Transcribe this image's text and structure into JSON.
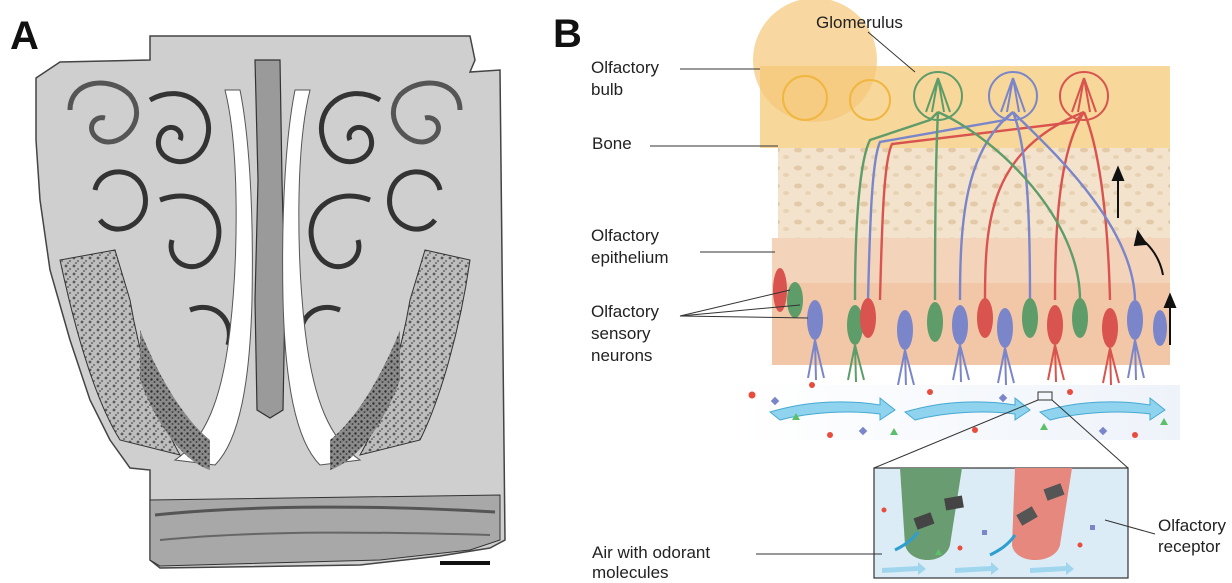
{
  "panels": {
    "a": {
      "letter": "A"
    },
    "b": {
      "letter": "B"
    }
  },
  "labels": {
    "glomerulus": "Glomerulus",
    "olfactory_bulb_1": "Olfactory",
    "olfactory_bulb_2": "bulb",
    "bone": "Bone",
    "epithelium_1": "Olfactory",
    "epithelium_2": "epithelium",
    "neurons_1": "Olfactory",
    "neurons_2": "sensory",
    "neurons_3": "neurons",
    "air_1": "Air with odorant",
    "air_2": "molecules",
    "receptor_1": "Olfactory",
    "receptor_2": "receptor"
  },
  "colors": {
    "bulb": "#f7d79a",
    "bone": "#f4e3cc",
    "epithelium": "#f2c7a8",
    "neuron_red": "#d9534f",
    "neuron_blue": "#7a86c9",
    "neuron_green": "#5e9c6a",
    "air_flow": "#6cc7e6"
  },
  "icons": {
    "flow_arrow": "curved-air-arrow",
    "signal_arrow": "up-arrow"
  }
}
